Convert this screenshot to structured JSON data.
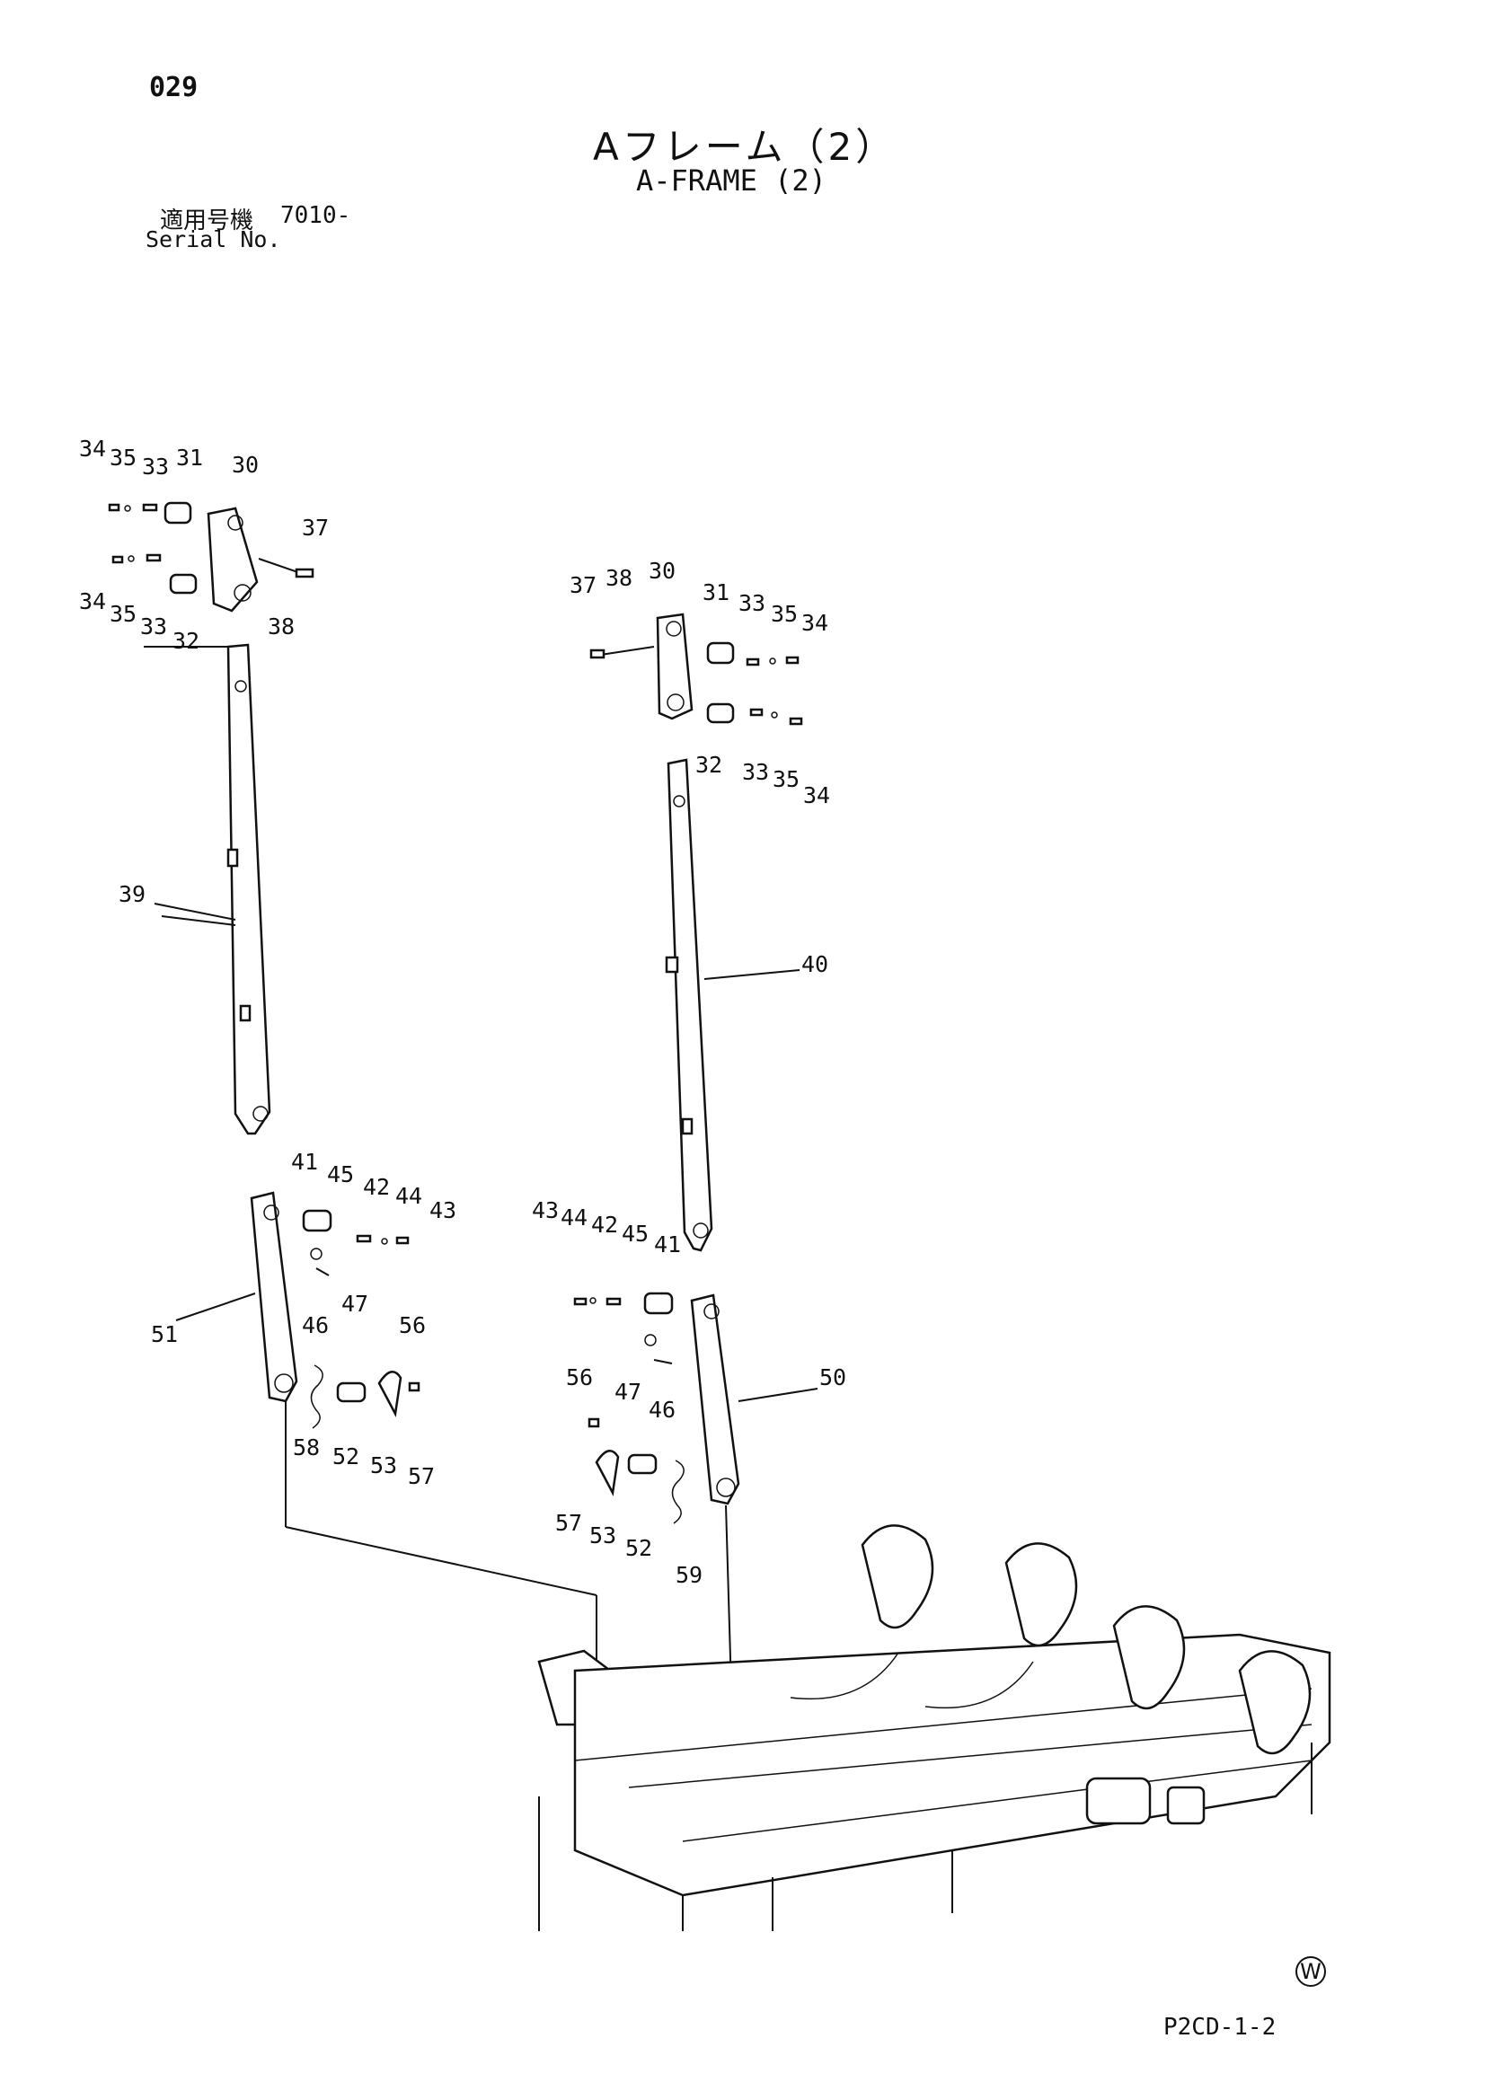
{
  "header": {
    "page_number": "029",
    "title_jp": "Aフレーム（2）",
    "title_en": "A-FRAME (2)",
    "serial_label_jp": "適用号機",
    "serial_value": "7010-",
    "serial_label_en": "Serial No."
  },
  "footer": {
    "mark": "W",
    "drawing_code": "P2CD-1-2"
  },
  "callouts": {
    "c34a": "34",
    "c35a": "35",
    "c33a": "33",
    "c31a": "31",
    "c30a": "30",
    "c37a": "37",
    "c34b": "34",
    "c35b": "35",
    "c33b": "33",
    "c32a": "32",
    "c38a": "38",
    "c37b": "37",
    "c38b": "38",
    "c30b": "30",
    "c31b": "31",
    "c33c": "33",
    "c35c": "35",
    "c34c": "34",
    "c32b": "32",
    "c33d": "33",
    "c35d": "35",
    "c34d": "34",
    "c39": "39",
    "c40": "40",
    "c41a": "41",
    "c45a": "45",
    "c42a": "42",
    "c44a": "44",
    "c43a": "43",
    "c47a": "47",
    "c46a": "46",
    "c51": "51",
    "c56a": "56",
    "c58": "58",
    "c52a": "52",
    "c53a": "53",
    "c57a": "57",
    "c43b": "43",
    "c44b": "44",
    "c42b": "42",
    "c45b": "45",
    "c41b": "41",
    "c56b": "56",
    "c47b": "47",
    "c46b": "46",
    "c50": "50",
    "c57b": "57",
    "c53b": "53",
    "c52b": "52",
    "c59": "59"
  }
}
